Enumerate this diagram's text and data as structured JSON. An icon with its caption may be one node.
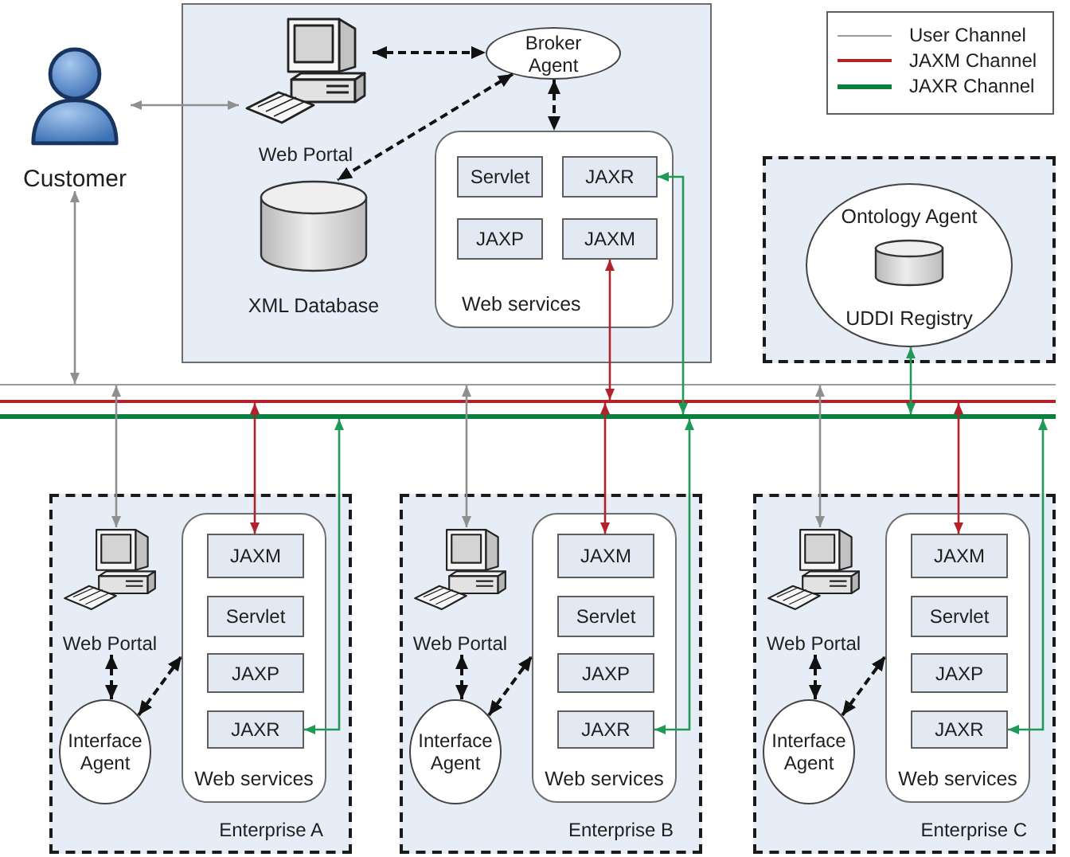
{
  "diagram": {
    "nodes": [
      {
        "text": [
          "Customer"
        ]
      },
      {
        "text": [],
        "shape": "box"
      },
      {
        "text": [
          "Web Portal"
        ],
        "in": 1
      },
      {
        "text": [
          "Broker Agent"
        ],
        "in": 1
      },
      {
        "text": [
          "XML Database"
        ],
        "in": 1
      },
      {
        "text": [
          "Web services"
        ],
        "in": 1
      },
      {
        "text": [
          "Servlet"
        ],
        "in": 5
      },
      {
        "text": [
          "JAXR"
        ],
        "in": 5
      },
      {
        "text": [
          "JAXP"
        ],
        "in": 5
      },
      {
        "text": [
          "JAXM"
        ],
        "in": 5
      },
      {
        "text": [],
        "shape": "box"
      },
      {
        "text": [
          "Ontology Agent"
        ],
        "in": 10
      },
      {
        "text": [
          "UDDI Registry"
        ],
        "in": 11
      },
      {
        "text": [],
        "shape": "bar"
      },
      {
        "text": [],
        "shape": "bar"
      },
      {
        "text": [],
        "shape": "bar"
      },
      {
        "text": [
          "Enterprise A"
        ]
      },
      {
        "text": [
          "Web Portal"
        ],
        "in": 16
      },
      {
        "text": [
          "Interface Agent"
        ],
        "in": 16
      },
      {
        "text": [
          "Web services"
        ],
        "in": 16
      },
      {
        "text": [
          "JAXM"
        ],
        "in": 19
      },
      {
        "text": [
          "Servlet"
        ],
        "in": 19
      },
      {
        "text": [
          "JAXP"
        ],
        "in": 19
      },
      {
        "text": [
          "JAXR"
        ],
        "in": 19
      },
      {
        "text": [
          "Enterprise B"
        ]
      },
      {
        "text": [
          "Web Portal"
        ],
        "in": 24
      },
      {
        "text": [
          "Interface Agent"
        ],
        "in": 24
      },
      {
        "text": [
          "Web services"
        ],
        "in": 24
      },
      {
        "text": [
          "JAXM"
        ],
        "in": 27
      },
      {
        "text": [
          "Servlet"
        ],
        "in": 27
      },
      {
        "text": [
          "JAXP"
        ],
        "in": 27
      },
      {
        "text": [
          "JAXR"
        ],
        "in": 27
      },
      {
        "text": [
          "Enterprise C"
        ]
      },
      {
        "text": [
          "Web Portal"
        ],
        "in": 32
      },
      {
        "text": [
          "Interface Agent"
        ],
        "in": 32
      },
      {
        "text": [
          "Web services"
        ],
        "in": 32
      },
      {
        "text": [
          "JAXM"
        ],
        "in": 35
      },
      {
        "text": [
          "Servlet"
        ],
        "in": 35
      },
      {
        "text": [
          "JAXP"
        ],
        "in": 35
      },
      {
        "text": [
          "JAXR"
        ],
        "in": 35
      }
    ],
    "edges": [
      {
        "from": 0,
        "to": 2,
        "arrow": "both",
        "color": "#8f8f8f"
      },
      {
        "from": 2,
        "to": 3,
        "arrow": "both",
        "style": "dashed"
      },
      {
        "from": 3,
        "to": 4,
        "arrow": "both",
        "style": "dashed"
      },
      {
        "from": 3,
        "to": 5,
        "arrow": "both",
        "style": "dashed"
      },
      {
        "from": 0,
        "to": 13,
        "arrow": "both",
        "color": "#8f8f8f"
      },
      {
        "from": 9,
        "to": 14,
        "arrow": "both",
        "color": "#b2222b"
      },
      {
        "from": 7,
        "to": 15,
        "arrow": "both",
        "color": "#1f9a56"
      },
      {
        "from": 11,
        "to": 15,
        "arrow": "both",
        "color": "#1f9a56"
      },
      {
        "from": 17,
        "to": 13,
        "arrow": "both",
        "color": "#8f8f8f"
      },
      {
        "from": 20,
        "to": 14,
        "arrow": "both",
        "color": "#b2222b"
      },
      {
        "from": 23,
        "to": 15,
        "arrow": "both",
        "color": "#1f9a56"
      },
      {
        "from": 17,
        "to": 18,
        "arrow": "both",
        "style": "dashed"
      },
      {
        "from": 18,
        "to": 19,
        "arrow": "both",
        "style": "dashed"
      },
      {
        "from": 25,
        "to": 13,
        "arrow": "both",
        "color": "#8f8f8f"
      },
      {
        "from": 28,
        "to": 14,
        "arrow": "both",
        "color": "#b2222b"
      },
      {
        "from": 31,
        "to": 15,
        "arrow": "both",
        "color": "#1f9a56"
      },
      {
        "from": 25,
        "to": 26,
        "arrow": "both",
        "style": "dashed"
      },
      {
        "from": 26,
        "to": 27,
        "arrow": "both",
        "style": "dashed"
      },
      {
        "from": 33,
        "to": 13,
        "arrow": "both",
        "color": "#8f8f8f"
      },
      {
        "from": 36,
        "to": 14,
        "arrow": "both",
        "color": "#b2222b"
      },
      {
        "from": 39,
        "to": 15,
        "arrow": "both",
        "color": "#1f9a56"
      },
      {
        "from": 33,
        "to": 34,
        "arrow": "both",
        "style": "dashed"
      },
      {
        "from": 34,
        "to": 35,
        "arrow": "both",
        "style": "dashed"
      }
    ],
    "legend": [
      {
        "text": "User Channel"
      },
      {
        "text": "JAXM Channel"
      },
      {
        "text": "JAXR Channel"
      }
    ]
  }
}
